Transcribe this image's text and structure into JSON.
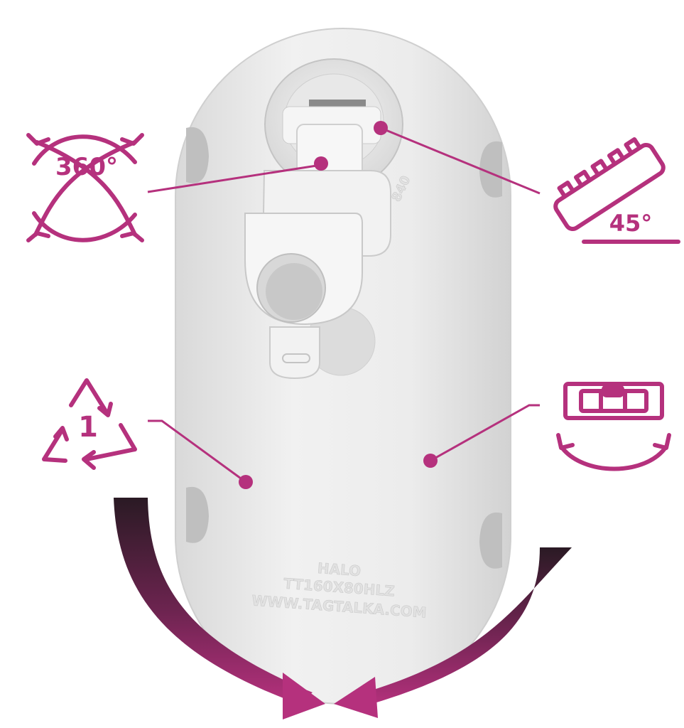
{
  "icons": {
    "rotation": {
      "name": "rotate-360-icon",
      "label": "360°"
    },
    "tilt": {
      "name": "tilt-45-icon",
      "label": "45°"
    },
    "recycle": {
      "name": "recycle-1-icon",
      "label": "1"
    },
    "level": {
      "name": "spirit-level-icon"
    }
  },
  "product": {
    "emboss_line1": "HALO",
    "emboss_line2": "TT160X80HLZ",
    "emboss_line3": "WWW.TAGTALKA.COM",
    "clip_mark": "840"
  },
  "colors": {
    "accent": "#b5317d",
    "plate": "#ececec",
    "arrow_dark": "#2a1a24"
  }
}
